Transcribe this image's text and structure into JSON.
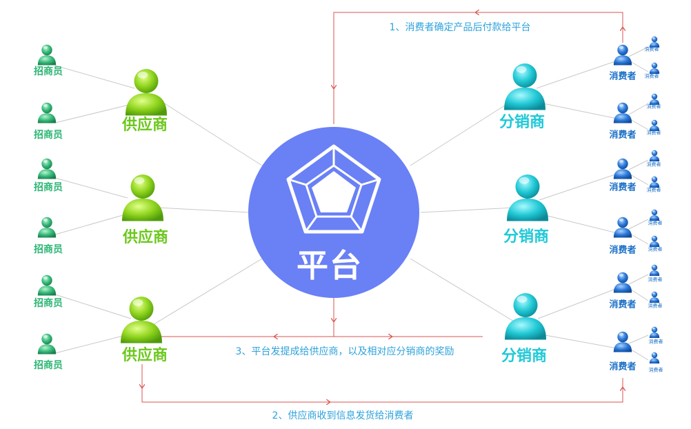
{
  "center": {
    "label": "平台"
  },
  "suppliers": [
    {
      "label": "供应商",
      "recruiters": [
        "招商员",
        "招商员"
      ]
    },
    {
      "label": "供应商",
      "recruiters": [
        "招商员",
        "招商员"
      ]
    },
    {
      "label": "供应商",
      "recruiters": [
        "招商员",
        "招商员"
      ]
    }
  ],
  "distributors": [
    {
      "label": "分销商",
      "consumers": [
        {
          "label": "消费者",
          "subs": [
            "消费者",
            "消费者"
          ]
        },
        {
          "label": "消费者",
          "subs": [
            "消费者",
            "消费者"
          ]
        }
      ]
    },
    {
      "label": "分销商",
      "consumers": [
        {
          "label": "消费者",
          "subs": [
            "消费者",
            "消费者"
          ]
        },
        {
          "label": "消费者",
          "subs": [
            "消费者",
            "消费者"
          ]
        }
      ]
    },
    {
      "label": "分销商",
      "consumers": [
        {
          "label": "消费者",
          "subs": [
            "消费者",
            "消费者"
          ]
        },
        {
          "label": "消费者",
          "subs": [
            "消费者",
            "消费者"
          ]
        }
      ]
    }
  ],
  "flows": [
    {
      "label": "1、消费者确定产品后付款给平台"
    },
    {
      "label": "2、供应商收到信息发货给消费者"
    },
    {
      "label": "3、平台发提成给供应商，以及相对应分销商的奖励"
    }
  ],
  "colors": {
    "platform": "#6a80f5",
    "supplier": "#6cc81c",
    "recruiter": "#2bb673",
    "distributor": "#1ec9d8",
    "consumer": "#1a6fc7",
    "flow_line": "#d9534f",
    "connector": "#c8c8c8"
  },
  "icons": {
    "person": "person-icon",
    "platform": "pentagon-radar-icon"
  }
}
